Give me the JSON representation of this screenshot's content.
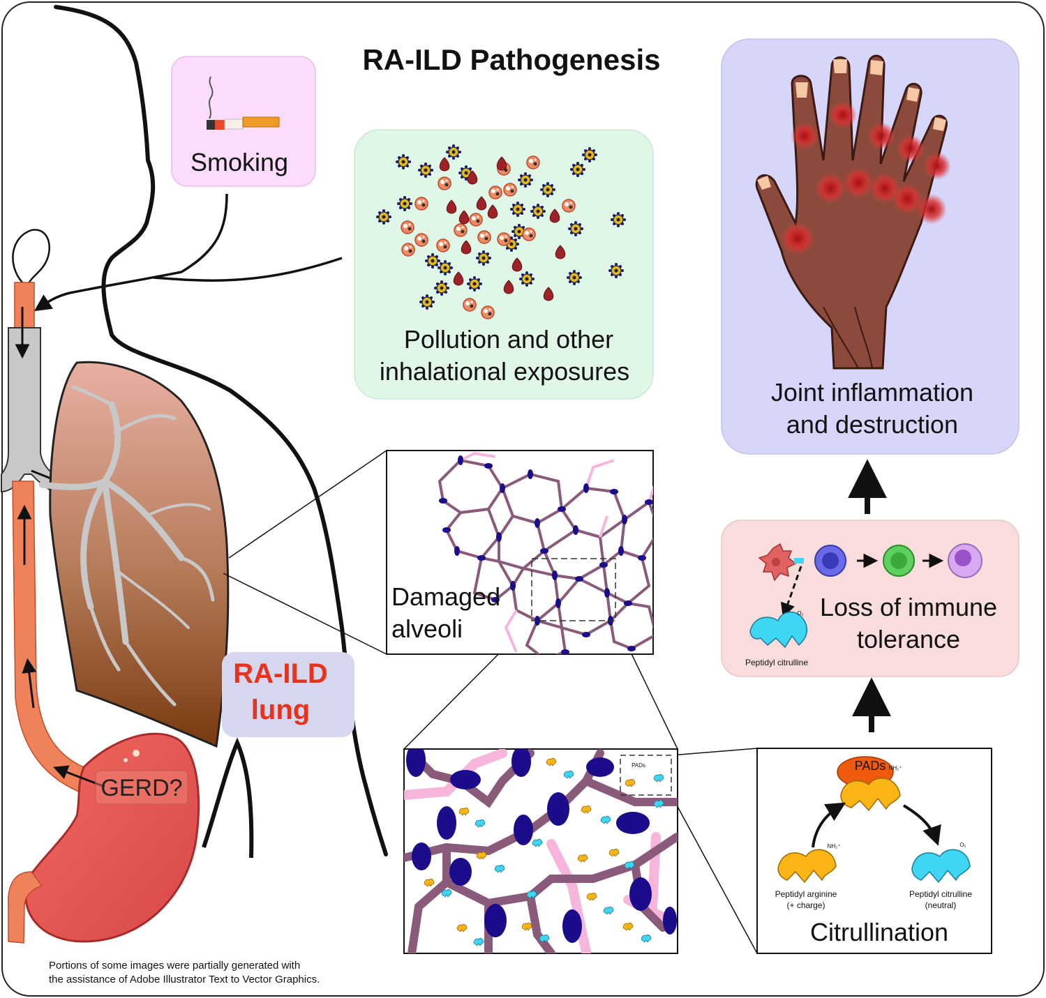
{
  "title": "RA-ILD Pathogenesis",
  "smoking": {
    "label": "Smoking"
  },
  "pollution": {
    "label_line1": "Pollution and other",
    "label_line2": "inhalational exposures"
  },
  "joint": {
    "label_line1": "Joint inflammation",
    "label_line2": "and destruction"
  },
  "lung": {
    "label_line1": "RA-ILD",
    "label_line2": "lung"
  },
  "gerd": {
    "label": "GERD?"
  },
  "alveoli": {
    "label_line1": "Damaged",
    "label_line2": "alveoli"
  },
  "immune": {
    "label_line1": "Loss of immune",
    "label_line2": "tolerance",
    "substrate_label": "Peptidyl citrulline"
  },
  "citrullination": {
    "title": "Citrullination",
    "enzyme": "PADs",
    "nh2": "NH₂⁺",
    "o2": "O₂",
    "arginine_line1": "Peptidyl arginine",
    "arginine_line2": "(+ charge)",
    "citrulline_line1": "Peptidyl citrulline",
    "citrulline_line2": "(neutral)"
  },
  "zoom_enzyme": "PADs",
  "footnote": {
    "line1": "Portions of some images were partially generated with",
    "line2": "the assistance of Adobe Illustrator Text to Vector Graphics."
  },
  "colors": {
    "smoking_bg": "#fcdcfc",
    "pollution_bg": "#e0f7e8",
    "joint_bg": "#d6d6fa",
    "immune_bg": "#f9dcdc",
    "lung_label_bg": "#d6d6ee",
    "lung_label_text": "#e8321e",
    "alveoli_wall": "#8a5a7a",
    "alveoli_wall_light": "#f6b6dc",
    "cell_nucleus": "#1a0c8a",
    "citrulline": "#3ed6f2",
    "arginine": "#fbb514",
    "enzyme": "#f05a0c"
  }
}
